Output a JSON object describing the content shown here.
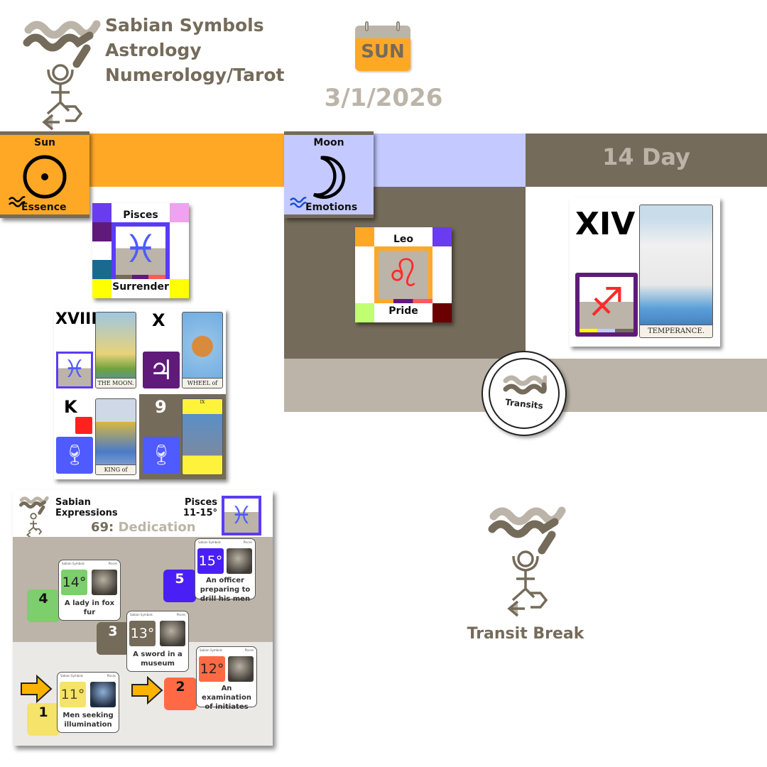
{
  "header": {
    "brand_lines": [
      "Sabian Symbols",
      "Astrology",
      "Numerology/Tarot"
    ],
    "calendar_day": "SUN",
    "date": "3/1/2026"
  },
  "colors": {
    "brand": "#756b5a",
    "brand_light": "#bcb4a8",
    "sun_band": "#ffa826",
    "moon_band": "#c4caff",
    "pisces": "#4f5bff",
    "leo": "#ff2a2a",
    "sagittarius": "#ff2a2a"
  },
  "sun": {
    "title": "Sun",
    "subtitle": "Essence",
    "icon": "sun-glyph-icon",
    "sign": {
      "name": "Pisces",
      "keyword": "Surrender",
      "glyph": "♓"
    },
    "tarot": [
      {
        "numeral": "XVIII",
        "card": "THE MOON.",
        "symbol": "♓"
      },
      {
        "numeral": "X",
        "card": "WHEEL of FORTUNE",
        "symbol": "♃"
      },
      {
        "numeral": "K",
        "card": "KING of CUPS.",
        "symbol": "cup-icon"
      },
      {
        "numeral": "9",
        "card": "IX",
        "symbol": "cup-icon"
      }
    ]
  },
  "moon": {
    "title": "Moon",
    "subtitle": "Emotions",
    "icon": "moon-glyph-icon",
    "sign": {
      "name": "Leo",
      "keyword": "Pride",
      "glyph": "♌"
    }
  },
  "day": {
    "label": "14 Day",
    "numeral": "XIV",
    "card": "TEMPERANCE.",
    "card_numeral": "XIV",
    "symbol": "♐"
  },
  "transits": {
    "badge_label": "Transits",
    "break_label": "Transit Break"
  },
  "sabian": {
    "title_lines": [
      "Sabian",
      "Expressions"
    ],
    "sign_range_lines": [
      "Pisces",
      "11-15°"
    ],
    "number": "69:",
    "theme": "Dedication",
    "card_header_left": "Sabian Symbols",
    "card_header_right": "Pisces",
    "cards": [
      {
        "degree": "15°",
        "text": "An officer preparing to drill his men",
        "step": "5",
        "color": "#4a1ff5"
      },
      {
        "degree": "14°",
        "text": "A lady in fox fur",
        "step": "4",
        "color": "#7ccf6c"
      },
      {
        "degree": "13°",
        "text": "A sword in a museum",
        "step": "3",
        "color": "#756b5a"
      },
      {
        "degree": "12°",
        "text": "An examination of initiates",
        "step": "2",
        "color": "#ff6a45"
      },
      {
        "degree": "11°",
        "text": "Men seeking illumination",
        "step": "1",
        "color": "#f5e36a"
      }
    ]
  }
}
